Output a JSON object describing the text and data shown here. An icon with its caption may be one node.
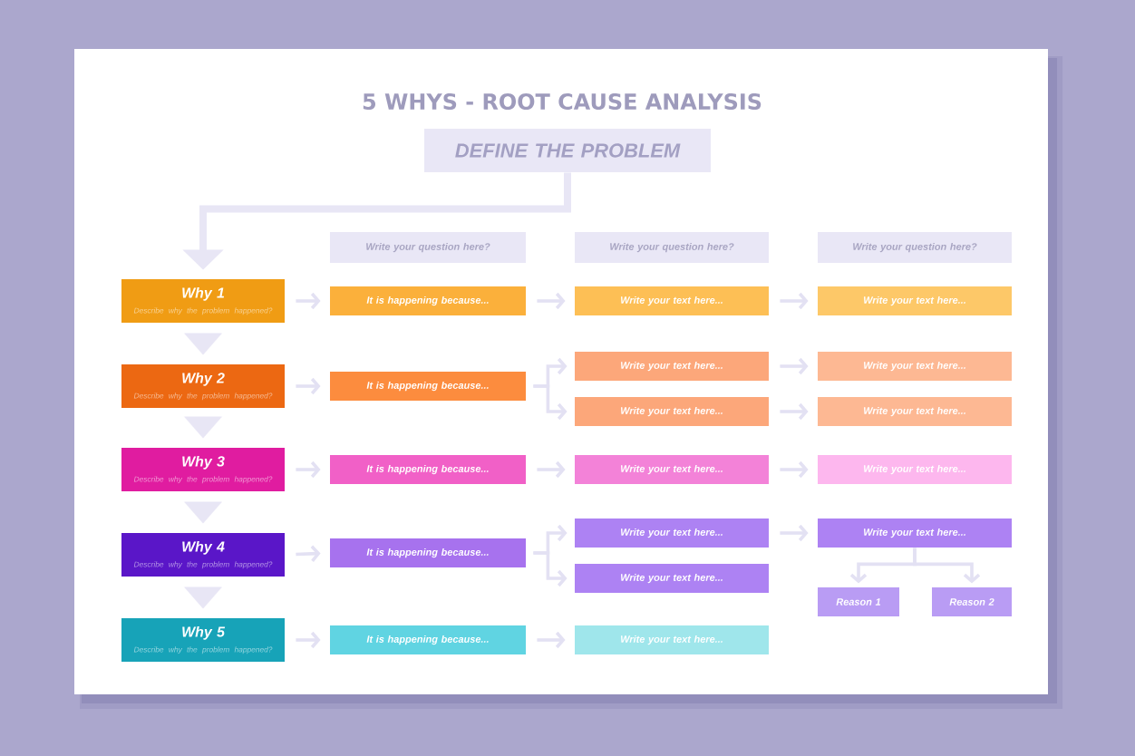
{
  "diagram": {
    "title": "5 WHYS - ROOT CAUSE ANALYSIS",
    "nodes": [
      {
        "text": [
          "DEFINE THE PROBLEM"
        ]
      },
      {
        "text": [
          "Write your question here?"
        ]
      },
      {
        "text": [
          "Write your question here?"
        ]
      },
      {
        "text": [
          "Write your question here?"
        ]
      },
      {
        "text": [
          "Why 1",
          "Describe why the problem happened?"
        ]
      },
      {
        "text": [
          "It is happening because..."
        ]
      },
      {
        "text": [
          "Write your text here..."
        ]
      },
      {
        "text": [
          "Write your text here..."
        ]
      },
      {
        "text": [
          "Why 2",
          "Describe why the problem happened?"
        ]
      },
      {
        "text": [
          "It is happening because..."
        ]
      },
      {
        "text": [
          "Write your text here..."
        ]
      },
      {
        "text": [
          "Write your text here..."
        ]
      },
      {
        "text": [
          "Write your text here..."
        ]
      },
      {
        "text": [
          "Write your text here..."
        ]
      },
      {
        "text": [
          "Why 3",
          "Describe why the problem happened?"
        ]
      },
      {
        "text": [
          "It is happening because..."
        ]
      },
      {
        "text": [
          "Write your text here..."
        ]
      },
      {
        "text": [
          "Write your text here..."
        ]
      },
      {
        "text": [
          "Why 4",
          "Describe why the problem happened?"
        ]
      },
      {
        "text": [
          "It is happening because..."
        ]
      },
      {
        "text": [
          "Write your text here..."
        ]
      },
      {
        "text": [
          "Write your text here..."
        ]
      },
      {
        "text": [
          "Write your text here..."
        ]
      },
      {
        "text": [
          "Reason 1"
        ]
      },
      {
        "text": [
          "Reason 2"
        ]
      },
      {
        "text": [
          "Why 5",
          "Describe why the problem happened?"
        ]
      },
      {
        "text": [
          "It is happening because..."
        ]
      },
      {
        "text": [
          "Write your text here..."
        ]
      }
    ],
    "edges": [
      {
        "from": 0,
        "to": 4,
        "arrow": "to",
        "style": "thick"
      },
      {
        "from": 4,
        "to": 5,
        "arrow": "to"
      },
      {
        "from": 5,
        "to": 6,
        "arrow": "to"
      },
      {
        "from": 6,
        "to": 7,
        "arrow": "to"
      },
      {
        "from": 4,
        "to": 8,
        "arrow": "to"
      },
      {
        "from": 8,
        "to": 9,
        "arrow": "to"
      },
      {
        "from": 9,
        "to": 10,
        "arrow": "to"
      },
      {
        "from": 9,
        "to": 12,
        "arrow": "to"
      },
      {
        "from": 10,
        "to": 11,
        "arrow": "to"
      },
      {
        "from": 12,
        "to": 13,
        "arrow": "to"
      },
      {
        "from": 8,
        "to": 14,
        "arrow": "to"
      },
      {
        "from": 14,
        "to": 15,
        "arrow": "to"
      },
      {
        "from": 15,
        "to": 16,
        "arrow": "to"
      },
      {
        "from": 16,
        "to": 17,
        "arrow": "to"
      },
      {
        "from": 14,
        "to": 18,
        "arrow": "to"
      },
      {
        "from": 18,
        "to": 19,
        "arrow": "to"
      },
      {
        "from": 19,
        "to": 20,
        "arrow": "to"
      },
      {
        "from": 19,
        "to": 22,
        "arrow": "to"
      },
      {
        "from": 20,
        "to": 21,
        "arrow": "to"
      },
      {
        "from": 21,
        "to": 23,
        "arrow": "to"
      },
      {
        "from": 21,
        "to": 24,
        "arrow": "to"
      },
      {
        "from": 18,
        "to": 25,
        "arrow": "to"
      },
      {
        "from": 25,
        "to": 26,
        "arrow": "to"
      },
      {
        "from": 26,
        "to": 27,
        "arrow": "to"
      }
    ]
  }
}
